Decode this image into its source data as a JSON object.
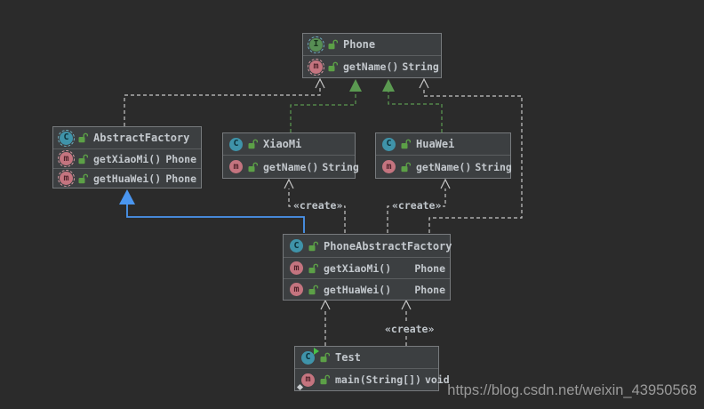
{
  "colors": {
    "canvas": "#2b2b2b",
    "node-bg": "#3c3f41",
    "node-border": "#777a7d",
    "sep": "#5b5e60",
    "text": "#c3c8cd",
    "dependency": "#c6c6c6",
    "realization": "#5b9a51",
    "extends": "#4a96f0",
    "lock": "#5ca047",
    "class-icon": "#3f93a9",
    "interface-icon": "#578e54",
    "method-icon": "#c4747f",
    "watermark": "#9a9a9a",
    "play": "#49c04a",
    "static-marker": "#c9cdd0"
  },
  "icons": {
    "interface_letter": "I",
    "class_letter": "C",
    "method_letter": "m"
  },
  "nodes": {
    "phone": {
      "title": "Phone",
      "kind": "interface",
      "methods": [
        {
          "signature": "getName()",
          "return_type": "String",
          "abstract": true
        }
      ]
    },
    "abstract_factory": {
      "title": "AbstractFactory",
      "kind": "abstract-class",
      "methods": [
        {
          "signature": "getXiaoMi()",
          "return_type": "Phone",
          "abstract": true
        },
        {
          "signature": "getHuaWei()",
          "return_type": "Phone",
          "abstract": true
        }
      ]
    },
    "xiaomi": {
      "title": "XiaoMi",
      "kind": "class",
      "methods": [
        {
          "signature": "getName()",
          "return_type": "String"
        }
      ]
    },
    "huawei": {
      "title": "HuaWei",
      "kind": "class",
      "methods": [
        {
          "signature": "getName()",
          "return_type": "String"
        }
      ]
    },
    "phone_abstract_factory": {
      "title": "PhoneAbstractFactory",
      "kind": "class",
      "methods": [
        {
          "signature": "getXiaoMi()",
          "return_type": "Phone"
        },
        {
          "signature": "getHuaWei()",
          "return_type": "Phone"
        }
      ]
    },
    "test": {
      "title": "Test",
      "kind": "runnable-class",
      "methods": [
        {
          "signature": "main(String[])",
          "return_type": "void",
          "static": true
        }
      ]
    }
  },
  "edges": [
    {
      "from": "AbstractFactory",
      "to": "Phone",
      "type": "dependency"
    },
    {
      "from": "XiaoMi",
      "to": "Phone",
      "type": "realization"
    },
    {
      "from": "HuaWei",
      "to": "Phone",
      "type": "realization"
    },
    {
      "from": "PhoneAbstractFactory",
      "to": "Phone",
      "type": "dependency"
    },
    {
      "from": "PhoneAbstractFactory",
      "to": "AbstractFactory",
      "type": "generalization",
      "selected": true
    },
    {
      "from": "PhoneAbstractFactory",
      "to": "XiaoMi",
      "type": "create",
      "label": "«create»"
    },
    {
      "from": "PhoneAbstractFactory",
      "to": "HuaWei",
      "type": "create",
      "label": "«create»"
    },
    {
      "from": "Test",
      "to": "PhoneAbstractFactory",
      "type": "dependency"
    },
    {
      "from": "Test",
      "to": "PhoneAbstractFactory",
      "type": "create",
      "label": "«create»"
    }
  ],
  "watermark": "https://blog.csdn.net/weixin_43950568"
}
